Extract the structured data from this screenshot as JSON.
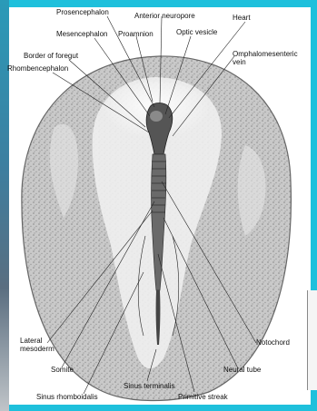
{
  "labels": {
    "prosencephalon": "Prosencephalon",
    "anterior_neuropore": "Anterior neuropore",
    "heart": "Heart",
    "mesencephalon": "Mesencephalon",
    "proamnion": "Proamnion",
    "optic_vesicle": "Optic vesicle",
    "omphalomesenteric_vein": "Omphalomesenteric vein",
    "border_of_foregut": "Border of foregut",
    "rhombencephalon": "Rhombencephalon",
    "lateral_mesoderm": "Lateral mesoderm",
    "somite": "Somite",
    "sinus_rhomboidalis": "Sinus rhomboidalis",
    "sinus_terminalis": "Sinus terminalis",
    "primitive_streak": "Primitive streak",
    "neural_tube": "Neural tube",
    "notochord": "Notochord"
  }
}
